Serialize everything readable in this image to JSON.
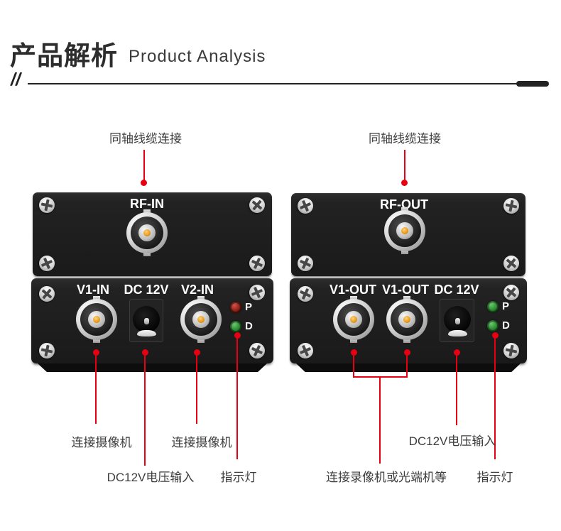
{
  "header": {
    "title_zh": "产品解析",
    "title_en": "Product Analysis",
    "slashes": "//"
  },
  "colors": {
    "accent_red": "#e60012",
    "panel_dark": "#1a1a1a",
    "led_red": "#7c150c",
    "led_green": "#1e7b23",
    "label_text": "#3d3d3d"
  },
  "left_device": {
    "coax_label": "同轴线缆连接",
    "top_panel": {
      "port_label": "RF-IN"
    },
    "bottom_panel": {
      "ports": [
        "V1-IN",
        "DC 12V",
        "V2-IN"
      ],
      "leds": [
        {
          "label": "P",
          "color": "red"
        },
        {
          "label": "D",
          "color": "green"
        }
      ]
    },
    "callouts": {
      "cam1": "连接摄像机",
      "cam2": "连接摄像机",
      "dc": "DC12V电压输入",
      "led": "指示灯"
    }
  },
  "right_device": {
    "coax_label": "同轴线缆连接",
    "top_panel": {
      "port_label": "RF-OUT"
    },
    "bottom_panel": {
      "ports": [
        "V1-OUT",
        "V1-OUT",
        "DC 12V"
      ],
      "leds": [
        {
          "label": "P",
          "color": "green"
        },
        {
          "label": "D",
          "color": "green"
        }
      ]
    },
    "callouts": {
      "pair": "连接录像机或光端机等",
      "dc": "DC12V电压输入",
      "led": "指示灯"
    }
  }
}
